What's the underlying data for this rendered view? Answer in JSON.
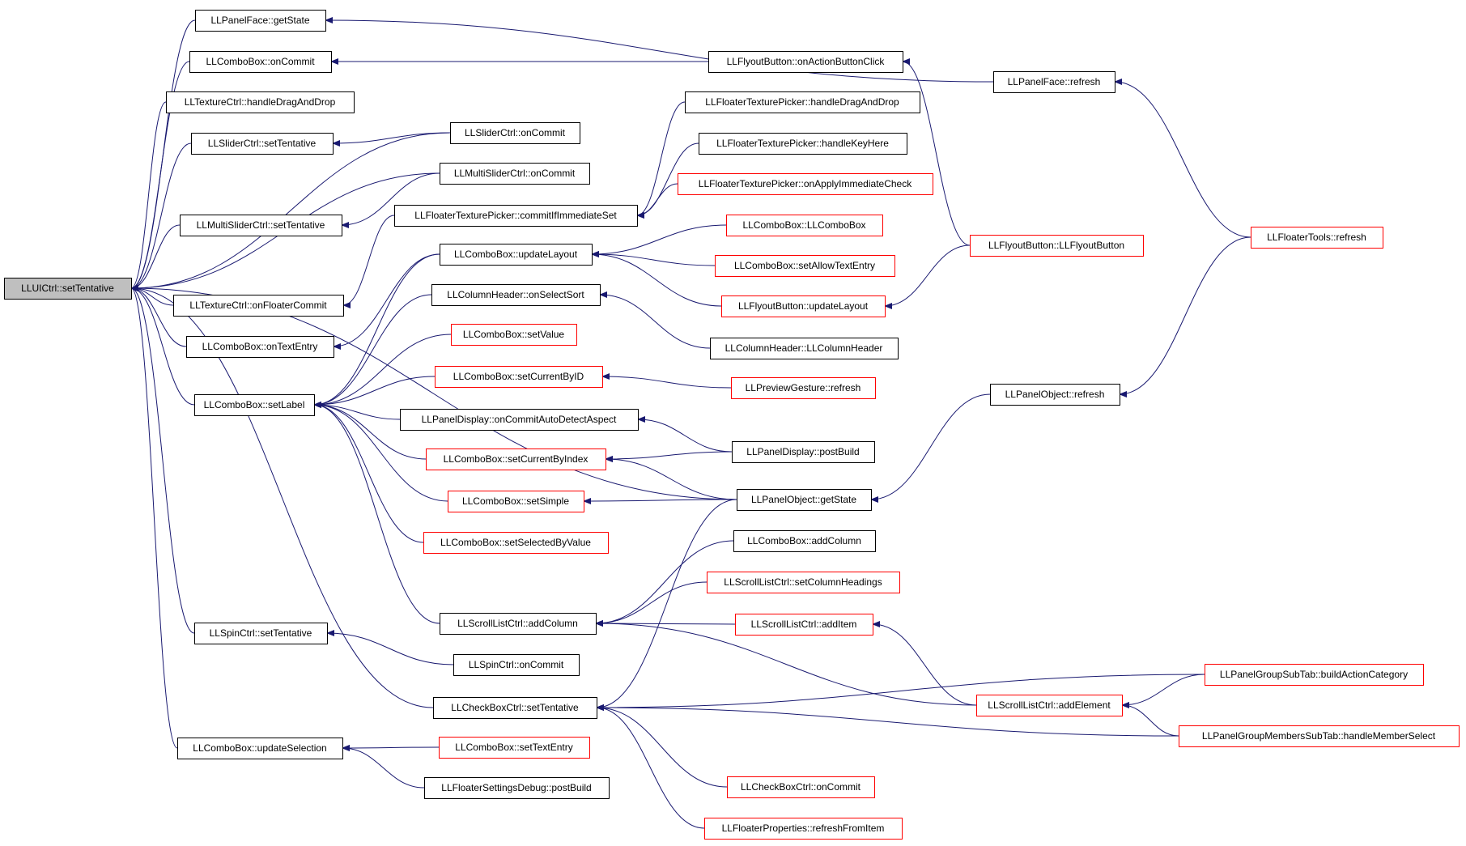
{
  "colors": {
    "edge": "#191970",
    "arrow": "#191970",
    "border_normal": "#000000",
    "border_truncated": "#ff0000",
    "root_fill": "#bfbfbf",
    "node_fill": "#ffffff"
  },
  "nodes": [
    {
      "id": "root",
      "label": "LLUICtrl::setTentative",
      "style": "root"
    },
    {
      "id": "pf_getState",
      "label": "LLPanelFace::getState",
      "style": "normal"
    },
    {
      "id": "cb_onCommit",
      "label": "LLComboBox::onCommit",
      "style": "normal"
    },
    {
      "id": "tc_hdd",
      "label": "LLTextureCtrl::handleDragAndDrop",
      "style": "normal"
    },
    {
      "id": "sc_setTent",
      "label": "LLSliderCtrl::setTentative",
      "style": "normal"
    },
    {
      "id": "msc_setTent",
      "label": "LLMultiSliderCtrl::setTentative",
      "style": "normal"
    },
    {
      "id": "tc_ofc",
      "label": "LLTextureCtrl::onFloaterCommit",
      "style": "normal"
    },
    {
      "id": "cb_onTextEntry",
      "label": "LLComboBox::onTextEntry",
      "style": "normal"
    },
    {
      "id": "cb_setLabel",
      "label": "LLComboBox::setLabel",
      "style": "normal"
    },
    {
      "id": "spin_setTent",
      "label": "LLSpinCtrl::setTentative",
      "style": "normal"
    },
    {
      "id": "cb_updSel",
      "label": "LLComboBox::updateSelection",
      "style": "normal"
    },
    {
      "id": "sc_onCommit",
      "label": "LLSliderCtrl::onCommit",
      "style": "normal"
    },
    {
      "id": "msc_onCommit",
      "label": "LLMultiSliderCtrl::onCommit",
      "style": "normal"
    },
    {
      "id": "ftp_commit",
      "label": "LLFloaterTexturePicker::commitIfImmediateSet",
      "style": "normal"
    },
    {
      "id": "cb_updLayout",
      "label": "LLComboBox::updateLayout",
      "style": "normal"
    },
    {
      "id": "ch_onSelSort",
      "label": "LLColumnHeader::onSelectSort",
      "style": "normal"
    },
    {
      "id": "cb_setValue",
      "label": "LLComboBox::setValue",
      "style": "truncated"
    },
    {
      "id": "cb_setCurID",
      "label": "LLComboBox::setCurrentByID",
      "style": "truncated"
    },
    {
      "id": "pd_ocada",
      "label": "LLPanelDisplay::onCommitAutoDetectAspect",
      "style": "normal"
    },
    {
      "id": "cb_setCurIdx",
      "label": "LLComboBox::setCurrentByIndex",
      "style": "truncated"
    },
    {
      "id": "cb_setSimple",
      "label": "LLComboBox::setSimple",
      "style": "truncated"
    },
    {
      "id": "cb_setSelByVal",
      "label": "LLComboBox::setSelectedByValue",
      "style": "truncated"
    },
    {
      "id": "slc_addCol",
      "label": "LLScrollListCtrl::addColumn",
      "style": "normal"
    },
    {
      "id": "spin_onCommit",
      "label": "LLSpinCtrl::onCommit",
      "style": "normal"
    },
    {
      "id": "chk_setTent",
      "label": "LLCheckBoxCtrl::setTentative",
      "style": "normal"
    },
    {
      "id": "cb_setTextEntry",
      "label": "LLComboBox::setTextEntry",
      "style": "truncated"
    },
    {
      "id": "fsd_postBuild",
      "label": "LLFloaterSettingsDebug::postBuild",
      "style": "normal"
    },
    {
      "id": "fb_oabc",
      "label": "LLFlyoutButton::onActionButtonClick",
      "style": "normal"
    },
    {
      "id": "ftp_hdd",
      "label": "LLFloaterTexturePicker::handleDragAndDrop",
      "style": "normal"
    },
    {
      "id": "ftp_hkh",
      "label": "LLFloaterTexturePicker::handleKeyHere",
      "style": "normal"
    },
    {
      "id": "ftp_oaic",
      "label": "LLFloaterTexturePicker::onApplyImmediateCheck",
      "style": "truncated"
    },
    {
      "id": "cb_ctor",
      "label": "LLComboBox::LLComboBox",
      "style": "truncated"
    },
    {
      "id": "cb_setAllow",
      "label": "LLComboBox::setAllowTextEntry",
      "style": "truncated"
    },
    {
      "id": "fb_updLayout",
      "label": "LLFlyoutButton::updateLayout",
      "style": "truncated"
    },
    {
      "id": "ch_ctor",
      "label": "LLColumnHeader::LLColumnHeader",
      "style": "normal"
    },
    {
      "id": "pg_refresh",
      "label": "LLPreviewGesture::refresh",
      "style": "truncated"
    },
    {
      "id": "pd_postBuild",
      "label": "LLPanelDisplay::postBuild",
      "style": "normal"
    },
    {
      "id": "po_getState",
      "label": "LLPanelObject::getState",
      "style": "normal"
    },
    {
      "id": "cb_addCol",
      "label": "LLComboBox::addColumn",
      "style": "normal"
    },
    {
      "id": "slc_setColHead",
      "label": "LLScrollListCtrl::setColumnHeadings",
      "style": "truncated"
    },
    {
      "id": "slc_addItem",
      "label": "LLScrollListCtrl::addItem",
      "style": "truncated"
    },
    {
      "id": "chk_onCommit",
      "label": "LLCheckBoxCtrl::onCommit",
      "style": "truncated"
    },
    {
      "id": "fp_rfi",
      "label": "LLFloaterProperties::refreshFromItem",
      "style": "truncated"
    },
    {
      "id": "pf_refresh",
      "label": "LLPanelFace::refresh",
      "style": "normal"
    },
    {
      "id": "fb_ctor",
      "label": "LLFlyoutButton::LLFlyoutButton",
      "style": "truncated"
    },
    {
      "id": "po_refresh",
      "label": "LLPanelObject::refresh",
      "style": "normal"
    },
    {
      "id": "slc_addElem",
      "label": "LLScrollListCtrl::addElement",
      "style": "truncated"
    },
    {
      "id": "ft_refresh",
      "label": "LLFloaterTools::refresh",
      "style": "truncated"
    },
    {
      "id": "pgst_bac",
      "label": "LLPanelGroupSubTab::buildActionCategory",
      "style": "truncated"
    },
    {
      "id": "pgmst_hms",
      "label": "LLPanelGroupMembersSubTab::handleMemberSelect",
      "style": "truncated"
    }
  ],
  "edges": [
    [
      "pf_getState",
      "root"
    ],
    [
      "cb_onCommit",
      "root"
    ],
    [
      "tc_hdd",
      "root"
    ],
    [
      "sc_setTent",
      "root"
    ],
    [
      "msc_setTent",
      "root"
    ],
    [
      "tc_ofc",
      "root"
    ],
    [
      "cb_onTextEntry",
      "root"
    ],
    [
      "cb_setLabel",
      "root"
    ],
    [
      "spin_setTent",
      "root"
    ],
    [
      "cb_updSel",
      "root"
    ],
    [
      "sc_onCommit",
      "root"
    ],
    [
      "msc_onCommit",
      "root"
    ],
    [
      "chk_setTent",
      "root"
    ],
    [
      "po_getState",
      "root"
    ],
    [
      "pf_refresh",
      "pf_getState"
    ],
    [
      "fb_oabc",
      "cb_onCommit"
    ],
    [
      "sc_onCommit",
      "sc_setTent"
    ],
    [
      "msc_onCommit",
      "msc_setTent"
    ],
    [
      "ftp_commit",
      "tc_ofc"
    ],
    [
      "cb_updLayout",
      "cb_onTextEntry"
    ],
    [
      "ftp_hdd",
      "ftp_commit"
    ],
    [
      "ftp_hkh",
      "ftp_commit"
    ],
    [
      "ftp_oaic",
      "ftp_commit"
    ],
    [
      "cb_updLayout",
      "cb_setLabel"
    ],
    [
      "ch_onSelSort",
      "cb_setLabel"
    ],
    [
      "cb_setValue",
      "cb_setLabel"
    ],
    [
      "cb_setCurID",
      "cb_setLabel"
    ],
    [
      "pd_ocada",
      "cb_setLabel"
    ],
    [
      "cb_setCurIdx",
      "cb_setLabel"
    ],
    [
      "cb_setSimple",
      "cb_setLabel"
    ],
    [
      "cb_setSelByVal",
      "cb_setLabel"
    ],
    [
      "slc_addCol",
      "cb_setLabel"
    ],
    [
      "cb_ctor",
      "cb_updLayout"
    ],
    [
      "cb_setAllow",
      "cb_updLayout"
    ],
    [
      "fb_updLayout",
      "cb_updLayout"
    ],
    [
      "fb_ctor",
      "fb_updLayout"
    ],
    [
      "fb_ctor",
      "fb_oabc"
    ],
    [
      "ch_ctor",
      "ch_onSelSort"
    ],
    [
      "pg_refresh",
      "cb_setCurID"
    ],
    [
      "pd_postBuild",
      "pd_ocada"
    ],
    [
      "pd_postBuild",
      "cb_setCurIdx"
    ],
    [
      "po_getState",
      "cb_setCurIdx"
    ],
    [
      "po_getState",
      "cb_setSimple"
    ],
    [
      "po_refresh",
      "po_getState"
    ],
    [
      "ft_refresh",
      "po_refresh"
    ],
    [
      "ft_refresh",
      "pf_refresh"
    ],
    [
      "cb_addCol",
      "slc_addCol"
    ],
    [
      "slc_setColHead",
      "slc_addCol"
    ],
    [
      "slc_addItem",
      "slc_addCol"
    ],
    [
      "slc_addElem",
      "slc_addCol"
    ],
    [
      "slc_addElem",
      "slc_addItem"
    ],
    [
      "pgst_bac",
      "slc_addElem"
    ],
    [
      "pgmst_hms",
      "slc_addElem"
    ],
    [
      "spin_onCommit",
      "spin_setTent"
    ],
    [
      "po_getState",
      "chk_setTent"
    ],
    [
      "pgst_bac",
      "chk_setTent"
    ],
    [
      "pgmst_hms",
      "chk_setTent"
    ],
    [
      "chk_onCommit",
      "chk_setTent"
    ],
    [
      "fp_rfi",
      "chk_setTent"
    ],
    [
      "cb_setTextEntry",
      "cb_updSel"
    ],
    [
      "fsd_postBuild",
      "cb_updSel"
    ]
  ]
}
